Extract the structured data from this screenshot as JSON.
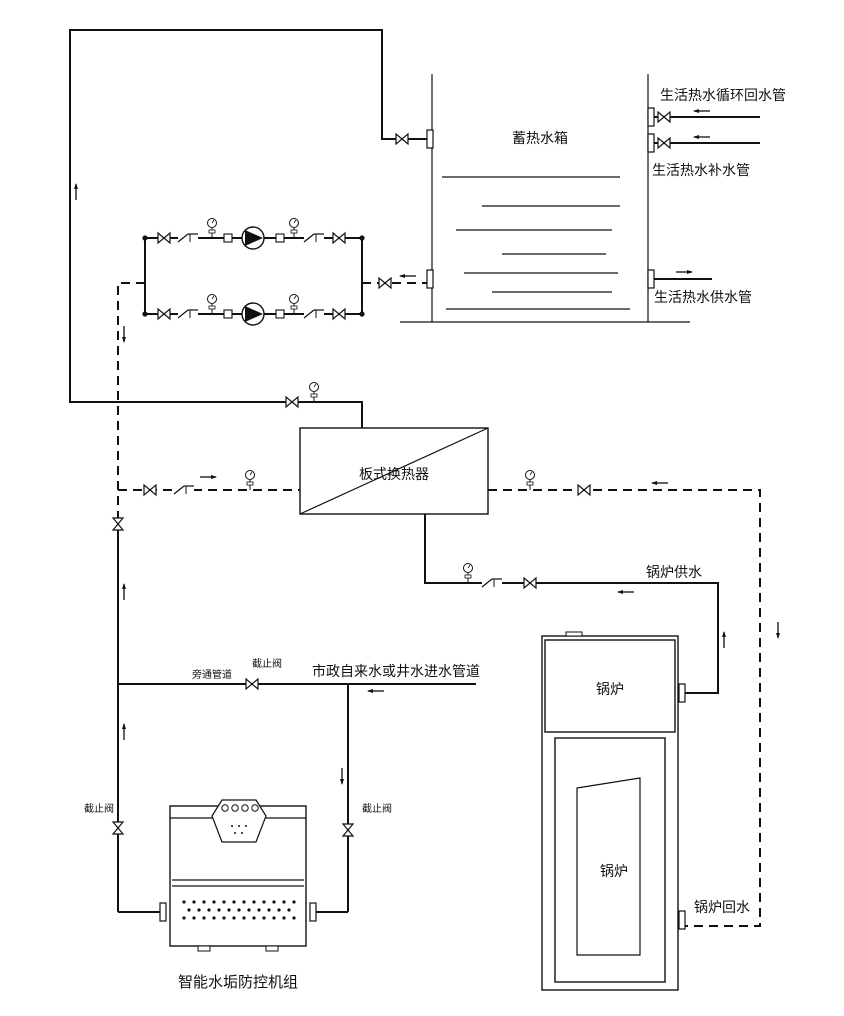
{
  "labels": {
    "storage_tank": "蓄热水箱",
    "recirc_return_pipe": "生活热水循环回水管",
    "makeup_pipe": "生活热水补水管",
    "supply_pipe": "生活热水供水管",
    "plate_hx": "板式换热器",
    "boiler_supply": "锅炉供水",
    "boiler_return": "锅炉回水",
    "boiler_top": "锅炉",
    "boiler_body": "锅炉",
    "municipal_inlet": "市政自来水或井水进水管道",
    "bypass_pipe": "旁通管道",
    "shutoff_valve_top": "截止阀",
    "shutoff_valve_left": "截止阀",
    "shutoff_valve_right": "截止阀",
    "descaling_unit": "智能水垢防控机组"
  },
  "icons": {
    "valve": "gate-valve-icon",
    "check_valve": "check-valve-icon",
    "gauge": "pressure-gauge-icon",
    "pump": "circulation-pump-icon",
    "flange": "flange-icon",
    "flow_arrow": "flow-arrow-icon"
  },
  "colors": {
    "line": "#111111",
    "background": "#ffffff"
  }
}
